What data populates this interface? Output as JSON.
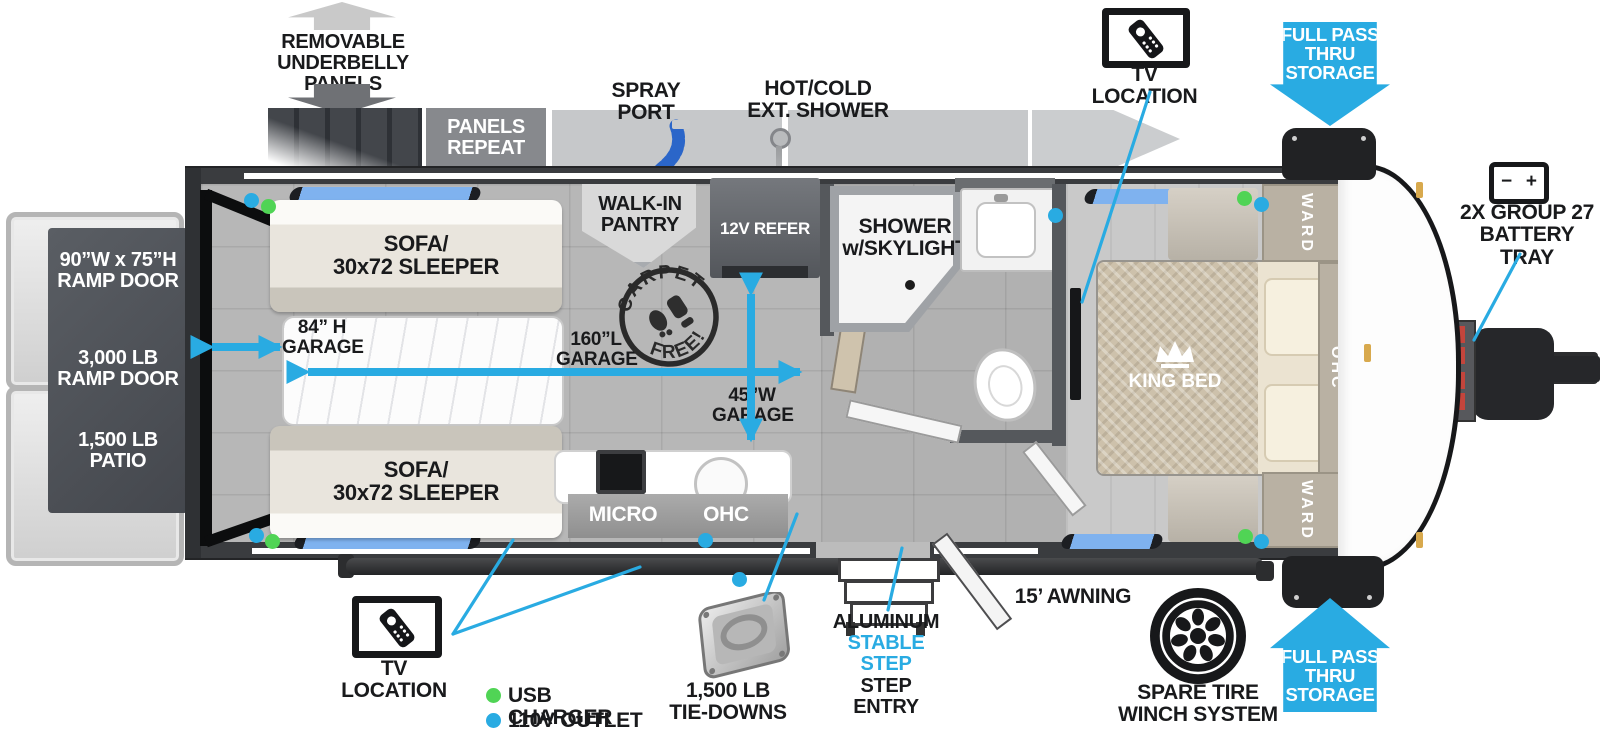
{
  "colors": {
    "blue": "#29ABE2",
    "green": "#50D455"
  },
  "underbelly": {
    "lines": [
      "REMOVABLE",
      "UNDERBELLY",
      "PANELS"
    ]
  },
  "panels_repeat": {
    "lines": [
      "PANELS",
      "REPEAT"
    ]
  },
  "spray_port": {
    "lines": [
      "SPRAY",
      "PORT"
    ]
  },
  "ext_shower": {
    "lines": [
      "HOT/COLD",
      "EXT. SHOWER"
    ]
  },
  "tv_top": {
    "label": "TV LOCATION"
  },
  "full_pass_top": {
    "lines": [
      "FULL PASS",
      "THRU",
      "STORAGE"
    ]
  },
  "battery": {
    "minus": "−",
    "plus": "+",
    "lines": [
      "2X GROUP 27",
      "BATTERY",
      "TRAY"
    ]
  },
  "ramp": {
    "size": [
      "90”W x 75”H",
      "RAMP DOOR"
    ],
    "weight": [
      "3,000 LB",
      "RAMP DOOR"
    ],
    "patio": [
      "1,500 LB",
      "PATIO"
    ]
  },
  "sofa_top": {
    "lines": [
      "SOFA/",
      "30x72 SLEEPER"
    ]
  },
  "sofa_bottom": {
    "lines": [
      "SOFA/",
      "30x72 SLEEPER"
    ]
  },
  "garage_h": {
    "lines": [
      "84” H",
      "GARAGE"
    ]
  },
  "garage_l": {
    "lines": [
      "160”L",
      "GARAGE"
    ]
  },
  "garage_w": {
    "lines": [
      "45”W",
      "GARAGE"
    ]
  },
  "pantry": {
    "lines": [
      "WALK-IN",
      "PANTRY"
    ]
  },
  "refer": {
    "label": "12V REFER"
  },
  "shower": {
    "lines": [
      "SHOWER",
      "w/SKYLIGHT"
    ]
  },
  "bed": {
    "label": "KING BED"
  },
  "cabinets": {
    "ward_top": "WARD",
    "ohc": "OHC",
    "ward_bottom": "WARD"
  },
  "kitchen": {
    "micro": "MICRO",
    "ohc": "OHC"
  },
  "carpet_free": {
    "top": "CARPET",
    "bottom": "FREE!"
  },
  "tv_bottom": {
    "label": "TV LOCATION"
  },
  "legend": {
    "usb": "USB CHARGER",
    "outlet": "110V OUTLET"
  },
  "tie_downs": {
    "lines": [
      "1,500 LB",
      "TIE-DOWNS"
    ]
  },
  "step": {
    "line1": "ALUMINUM",
    "line2": "STABLE STEP",
    "line3": "STEP ENTRY"
  },
  "awning": {
    "label": "15’ AWNING"
  },
  "spare_tire": {
    "lines": [
      "SPARE TIRE",
      "WINCH SYSTEM"
    ]
  },
  "full_pass_bottom": {
    "lines": [
      "FULL PASS",
      "THRU",
      "STORAGE"
    ]
  }
}
